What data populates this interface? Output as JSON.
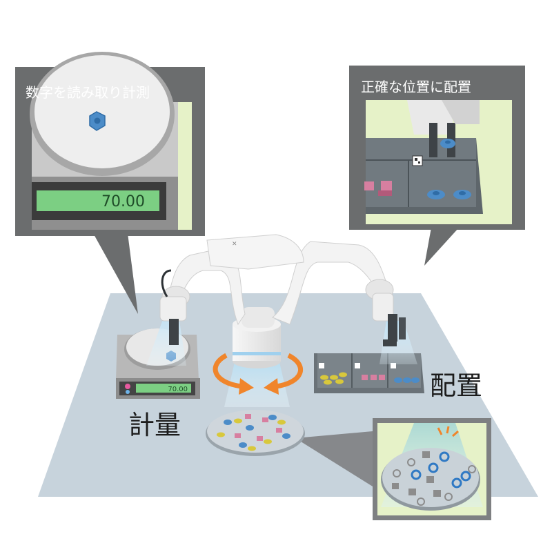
{
  "callouts": {
    "weighing_title": "数字を読み取り計測",
    "weighing_value": "70.00",
    "placement_title": "正確な位置に配置"
  },
  "labels": {
    "weighing": "計量",
    "placement": "配置"
  },
  "scale_readout": "70.00",
  "colors": {
    "callout_frame": "#6b6d6e",
    "floor": "#c7d3dc",
    "robot": "#eeeeee",
    "rotation_arrow": "#f0852b",
    "readout_green": "#7ccf83",
    "nut_blue": "#4c8cc8",
    "washer_yellow": "#d8c83c",
    "part_pink": "#d77fa0"
  }
}
